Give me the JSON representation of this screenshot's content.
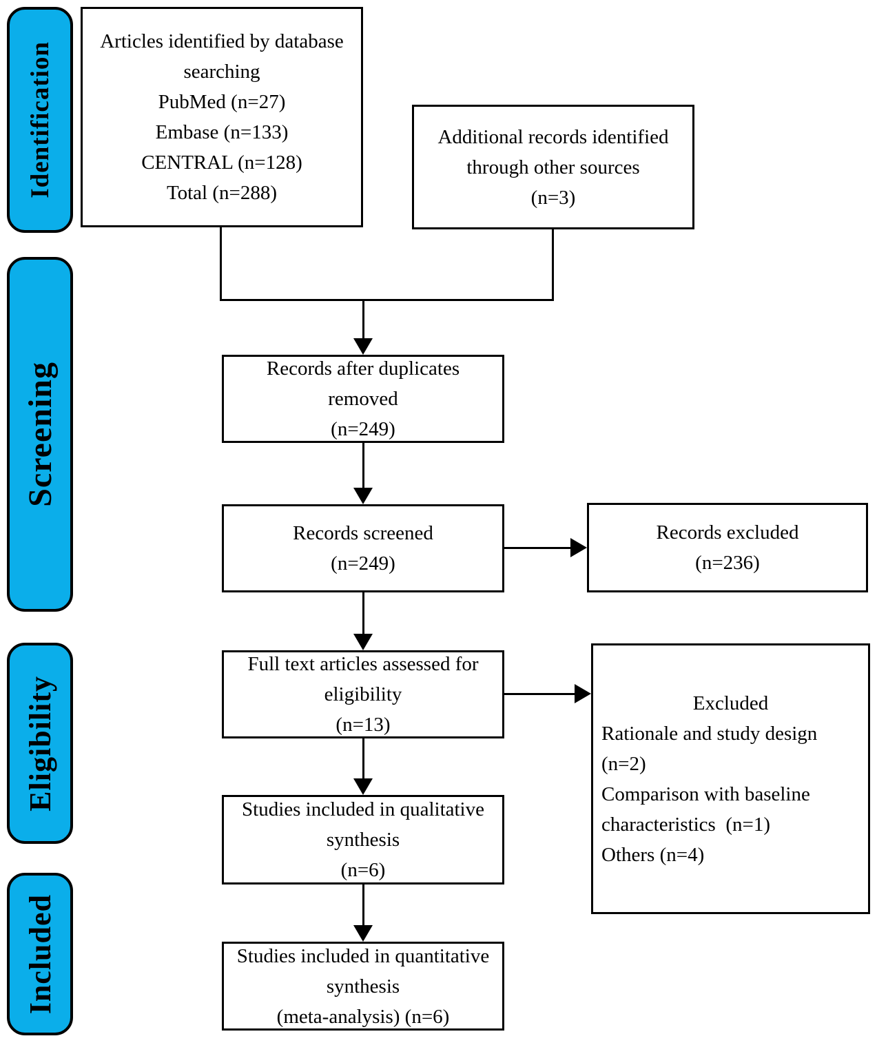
{
  "palette": {
    "band_fill": "#0baeea",
    "line_color": "#000000",
    "box_background": "#ffffff"
  },
  "sidebar": {
    "bands": [
      {
        "label": "Identification"
      },
      {
        "label": "Screening"
      },
      {
        "label": "Eligibility"
      },
      {
        "label": "Included"
      }
    ]
  },
  "flow": {
    "identified": {
      "lines": [
        "Articles identified by database",
        "searching",
        "PubMed (n=27)",
        "Embase (n=133)",
        "CENTRAL (n=128)",
        "Total (n=288)"
      ]
    },
    "additional": {
      "lines": [
        "Additional records identified",
        "through other sources",
        "(n=3)"
      ]
    },
    "dedup": {
      "lines": [
        "Records after duplicates",
        "removed",
        "(n=249)"
      ]
    },
    "screened": {
      "lines": [
        "Records screened",
        "(n=249)"
      ]
    },
    "records_excluded": {
      "lines": [
        "Records excluded",
        "(n=236)"
      ]
    },
    "fulltext": {
      "lines": [
        "Full text articles assessed for",
        "eligibility",
        "(n=13)"
      ]
    },
    "excluded_reasons": {
      "title": "Excluded",
      "lines": [
        "Rationale and study design",
        "(n=2)",
        "Comparison with baseline",
        "characteristics  (n=1)",
        "Others (n=4)"
      ]
    },
    "qualitative": {
      "lines": [
        "Studies included in qualitative",
        "synthesis",
        "(n=6)"
      ]
    },
    "quantitative": {
      "lines": [
        "Studies included in quantitative",
        "synthesis",
        "(meta-analysis) (n=6)"
      ]
    }
  }
}
